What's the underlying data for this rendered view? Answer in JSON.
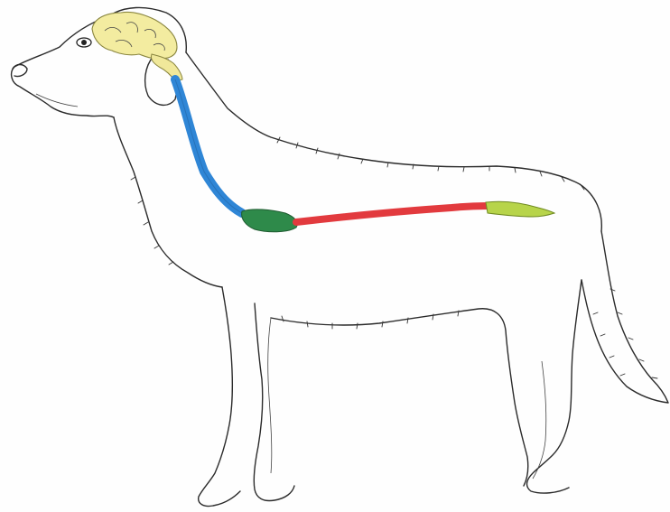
{
  "diagram": {
    "subject": "dog-spinal-cord",
    "regions": [
      {
        "id": "brain",
        "color": "#f3eca0"
      },
      {
        "id": "brainstem",
        "color": "#f0e89a"
      },
      {
        "id": "cervical-cord",
        "color": "#2f86d6"
      },
      {
        "id": "cervicothoracic-intumescence",
        "color": "#2e8a4a"
      },
      {
        "id": "thoracolumbar-cord",
        "color": "#e23a3e"
      },
      {
        "id": "lumbosacral-cord",
        "color": "#b7d44a"
      }
    ]
  }
}
